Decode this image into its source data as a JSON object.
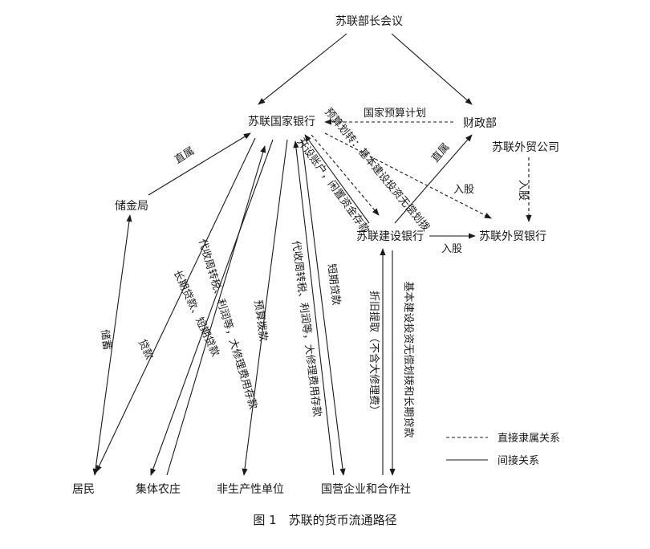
{
  "nodes": {
    "ministers": "苏联部长会议",
    "state_bank": "苏联国家银行",
    "finance": "财政部",
    "foreign_co": "苏联外贸公司",
    "savings": "储金局",
    "construction_bank": "苏联建设银行",
    "foreign_bank": "苏联外贸银行",
    "residents": "居民",
    "collective_farm": "集体农庄",
    "nonproductive": "非生产性单位",
    "state_enterprise": "国营企业和合作社"
  },
  "edge_labels": {
    "state_budget_plan": "国家预算计划",
    "direct_1": "直属",
    "direct_2": "直属",
    "budget_transfer": "预算划转：基本建设投资无偿划拨",
    "open_account": "开设账户，闲置资金存款",
    "share_1": "入股",
    "share_2": "入股",
    "share_3": "入股",
    "savings_dep": "储蓄",
    "loan": "贷款",
    "long_short_loan": "长期贷款、短期贷款",
    "collect_farm": "代收周转税、利润等，大修理费用存款",
    "budget_alloc": "预算拨款",
    "collect_ent": "代收周转税、利润等，大修理费用存款",
    "short_loan": "短期贷款",
    "depreciation": "折旧提取（不含大修理费）",
    "invest_loan": "基本建设投资无偿划拨和长期贷款"
  },
  "legend": {
    "direct": "直接隶属关系",
    "indirect": "间接关系"
  },
  "caption": "图 1　苏联的货币流通路径"
}
